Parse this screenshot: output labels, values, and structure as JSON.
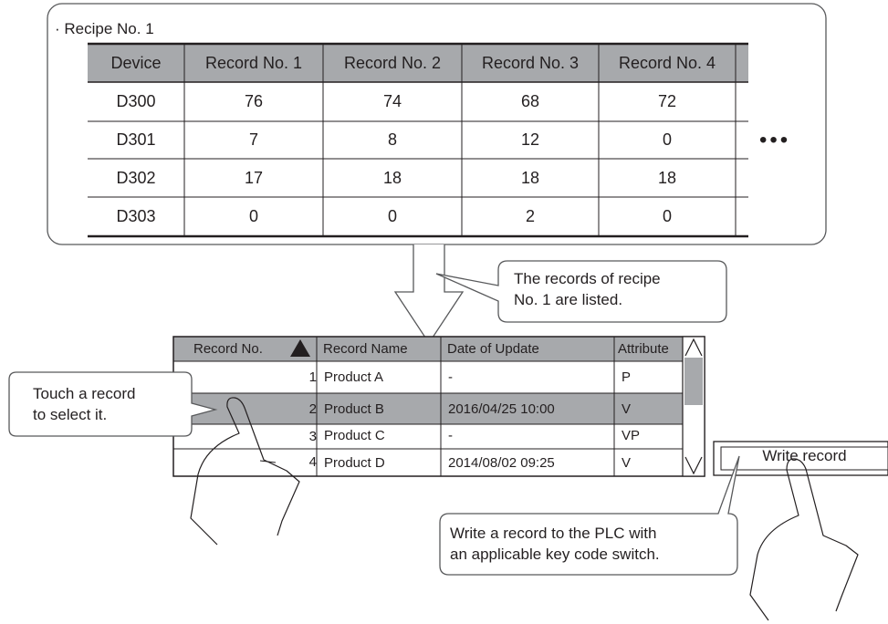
{
  "recipe": {
    "title": "· Recipe No. 1",
    "headers": [
      "Device",
      "Record No. 1",
      "Record No. 2",
      "Record No. 3",
      "Record No. 4"
    ],
    "rows": [
      [
        "D300",
        "76",
        "74",
        "68",
        "72"
      ],
      [
        "D301",
        "7",
        "8",
        "12",
        "0"
      ],
      [
        "D302",
        "17",
        "18",
        "18",
        "18"
      ],
      [
        "D303",
        "0",
        "0",
        "2",
        "0"
      ]
    ],
    "more": "•••"
  },
  "list": {
    "headers": [
      "Record No.",
      "Record Name",
      "Date of Update",
      "Attribute"
    ],
    "sort_icon": "sort-ascending-triangle",
    "rows": [
      {
        "no": "1",
        "name": "Product A",
        "date": "-",
        "attr": "P",
        "selected": false
      },
      {
        "no": "2",
        "name": "Product B",
        "date": "2016/04/25 10:00",
        "attr": "V",
        "selected": true
      },
      {
        "no": "3",
        "name": "Product C",
        "date": "-",
        "attr": "VP",
        "selected": false
      },
      {
        "no": "4",
        "name": "Product D",
        "date": "2014/08/02 09:25",
        "attr": "V",
        "selected": false
      }
    ]
  },
  "callouts": {
    "listed": "The records of recipe\nNo. 1 are listed.",
    "touch": "Touch a record\nto select it.",
    "write": "Write a record to the PLC with\nan applicable key code switch."
  },
  "write_button": {
    "label": "Write record"
  },
  "colors": {
    "header_gray": "#a7a9ac",
    "selected_gray": "#a7a9ac",
    "line": "#231f20",
    "frame": "#58595b"
  }
}
